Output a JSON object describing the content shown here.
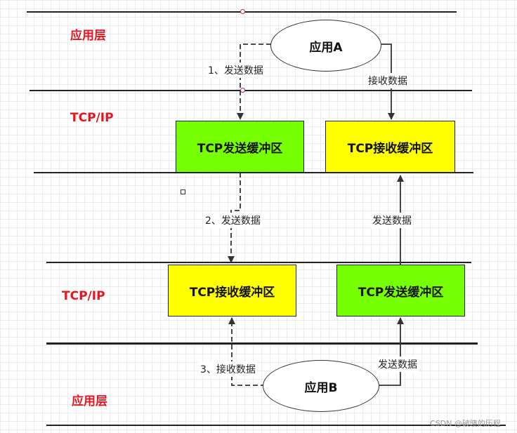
{
  "layers": {
    "app_top": "应用层",
    "tcpip_top": "TCP/IP",
    "tcpip_bottom": "TCP/IP",
    "app_bottom": "应用层"
  },
  "nodes": {
    "app_a": "应用A",
    "app_b": "应用B",
    "top_send_buffer": "TCP发送缓冲区",
    "top_recv_buffer": "TCP接收缓冲区",
    "bottom_recv_buffer": "TCP接收缓冲区",
    "bottom_send_buffer": "TCP发送缓冲区"
  },
  "edge_labels": {
    "step1": "1、发送数据",
    "step2": "2、发送数据",
    "step3": "3、接收数据",
    "a_receive": "接收数据",
    "b_to_top_send": "发送数据",
    "b_send": "发送数据"
  },
  "colors": {
    "layer_label": "#e8141e",
    "send_buffer_fill": "#76ff03",
    "recv_buffer_fill": "#ffff00"
  },
  "watermark": "CSDN @破晓的历程"
}
